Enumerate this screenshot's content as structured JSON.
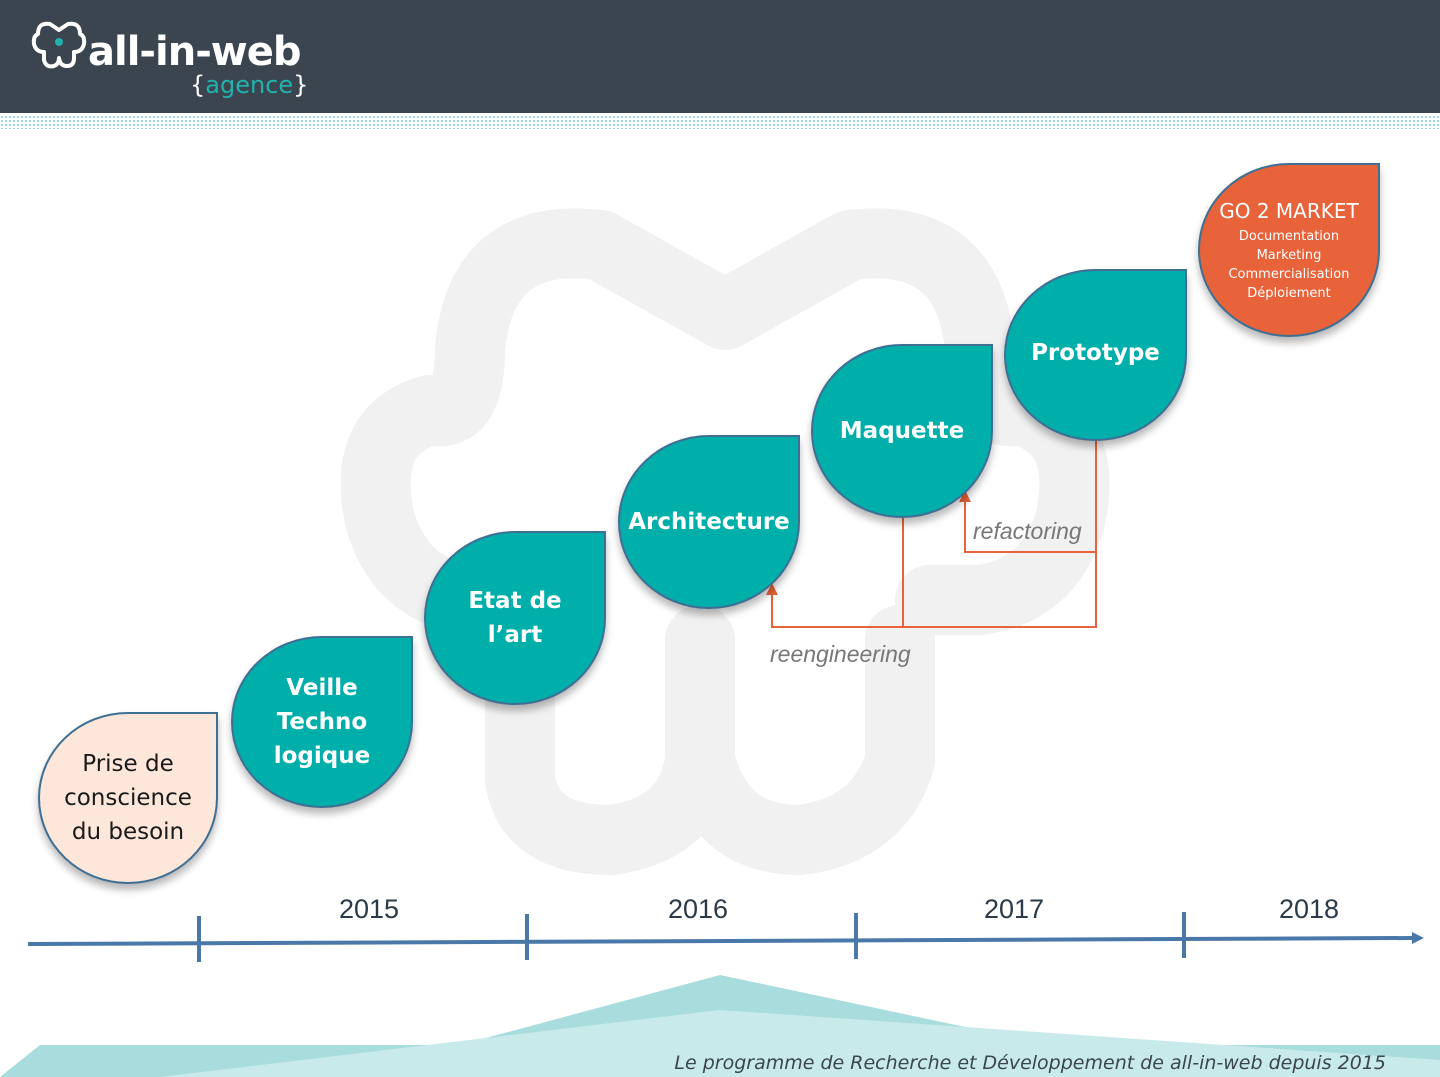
{
  "logo": {
    "name": "all-in-web",
    "sub_open": "{",
    "sub_text": "agence",
    "sub_close": "}"
  },
  "stages": [
    {
      "lines": [
        "Prise de",
        "conscience",
        "du besoin"
      ]
    },
    {
      "lines": [
        "Veille",
        "Techno",
        "logique"
      ]
    },
    {
      "lines": [
        "Etat de",
        "l’art"
      ]
    },
    {
      "lines": [
        "Architecture"
      ]
    },
    {
      "lines": [
        "Maquette"
      ]
    },
    {
      "lines": [
        "Prototype"
      ]
    }
  ],
  "go_market": {
    "title": "GO 2 MARKET",
    "items": [
      "Documentation",
      "Marketing",
      "Commercialisation",
      "Déploiement"
    ]
  },
  "loops": {
    "refactoring": "refactoring",
    "reengineering": "reengineering"
  },
  "timeline": {
    "years": [
      "2015",
      "2016",
      "2017",
      "2018"
    ]
  },
  "footer": "Le programme de Recherche et Développement de all-in-web depuis 2015",
  "colors": {
    "header": "#3a4550",
    "teal": "#00aeaa",
    "orange": "#e8623a",
    "peach": "#fde6da",
    "axis": "#4a78a8"
  }
}
